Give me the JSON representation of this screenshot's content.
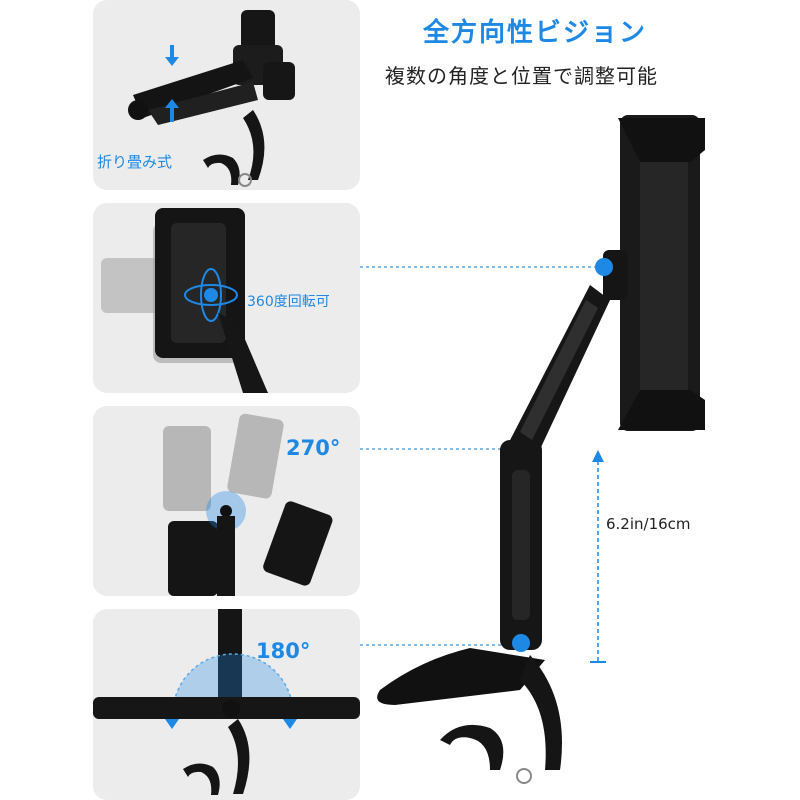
{
  "header": {
    "title": "全方向性ビジョン",
    "subtitle": "複数の角度と位置で調整可能"
  },
  "panels": {
    "fold": {
      "label": "折り畳み式"
    },
    "rotate": {
      "label": "360度回転可"
    },
    "tilt": {
      "label": "270°"
    },
    "swing": {
      "label": "180°"
    }
  },
  "dimension": {
    "label": "6.2in/16cm"
  },
  "colors": {
    "accent": "#1e88e5",
    "panel_bg": "#ececec",
    "product": "#141414"
  }
}
